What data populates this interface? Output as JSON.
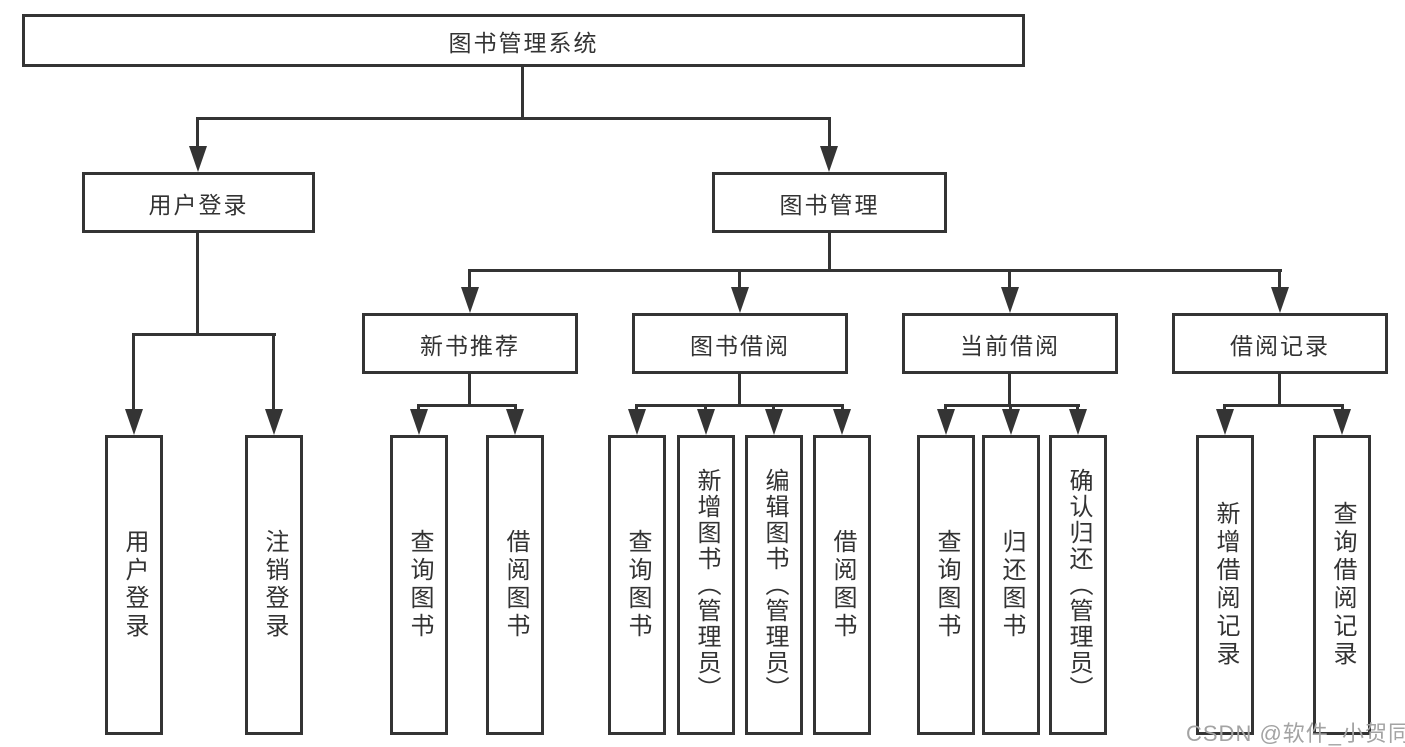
{
  "tree": {
    "root": {
      "label": "图书管理系统",
      "children": [
        {
          "label": "用户登录",
          "children": [
            {
              "label": "用户登录"
            },
            {
              "label": "注销登录"
            }
          ]
        },
        {
          "label": "图书管理",
          "children": [
            {
              "label": "新书推荐",
              "children": [
                {
                  "label": "查询图书"
                },
                {
                  "label": "借阅图书"
                }
              ]
            },
            {
              "label": "图书借阅",
              "children": [
                {
                  "label": "查询图书"
                },
                {
                  "label": "新增图书（管理员）"
                },
                {
                  "label": "编辑图书（管理员）"
                },
                {
                  "label": "借阅图书"
                }
              ]
            },
            {
              "label": "当前借阅",
              "children": [
                {
                  "label": "查询图书"
                },
                {
                  "label": "归还图书"
                },
                {
                  "label": "确认归还（管理员）"
                }
              ]
            },
            {
              "label": "借阅记录",
              "children": [
                {
                  "label": "新增借阅记录"
                },
                {
                  "label": "查询借阅记录"
                }
              ]
            }
          ]
        }
      ]
    }
  },
  "watermark": "CSDN @软件_小贺同学",
  "colors": {
    "line": "#343434",
    "box_border": "#343434",
    "box_fill": "#ffffff",
    "text": "#333333",
    "watermark_text": "#a3a3a3",
    "background": "#ffffff"
  }
}
